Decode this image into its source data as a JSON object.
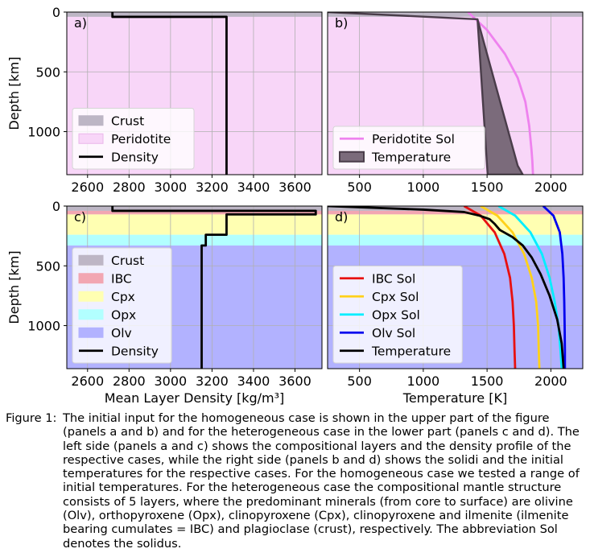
{
  "figure": {
    "caption_label": "Figure 1:",
    "caption": "The initial input for the homogeneous case is shown in the upper part of the figure (panels a and b) and for the heterogeneous case in the lower part (panels c and d). The left side (panels a and c) shows the compositional layers and the density profile of the respective cases, while the right side (panels b and d) shows the solidi and the initial temperatures for the respective cases. For the homogeneous case we tested a range of initial temperatures. For the heterogeneous case the compositional mantle structure consists of 5 layers, where the predominant minerals (from core to surface) are olivine (Olv), orthopyroxene (Opx), clinopyroxene (Cpx), clinopyroxene and ilmenite (ilmenite bearing cumulates = IBC) and plagioclase (crust), respectively. The abbreviation Sol denotes the solidus."
  },
  "colors": {
    "crust": "#bdb6c5",
    "peridotite": "#f8d6f8",
    "ibc": "#f2a6b2",
    "cpx": "#ffffb2",
    "opx": "#b2ffff",
    "olv": "#b2b2ff",
    "density": "#000000",
    "peridotite_sol": "#ee82ee",
    "temperature_band": "#7b6b7b",
    "ibc_sol": "#e81010",
    "cpx_sol": "#ffd11a",
    "opx_sol": "#00eeff",
    "olv_sol": "#0000ee",
    "temperature_line": "#000000"
  },
  "chart_data": [
    {
      "panel": "a)",
      "type": "area",
      "xlabel": "",
      "ylabel": "Depth [km]",
      "xlim": [
        2500,
        3730
      ],
      "ylim": [
        1360,
        0
      ],
      "xticks": [
        2600,
        2800,
        3000,
        3200,
        3400,
        3600
      ],
      "xtick_labels": [
        "2600",
        "2800",
        "3000",
        "3200",
        "3400",
        "3600"
      ],
      "yticks": [
        0,
        500,
        1000
      ],
      "ytick_labels": [
        "0",
        "500",
        "1000"
      ],
      "grid": true,
      "legend_position": "lower-left",
      "layers": [
        {
          "name": "Crust",
          "top": 0,
          "bottom": 40
        },
        {
          "name": "Peridotite",
          "top": 40,
          "bottom": 1360
        }
      ],
      "series": [
        {
          "name": "Density",
          "style": "step",
          "x": [
            2720,
            2720,
            3270,
            3270
          ],
          "y": [
            0,
            40,
            40,
            1360
          ]
        }
      ]
    },
    {
      "panel": "b)",
      "type": "line",
      "xlabel": "",
      "ylabel": "",
      "xlim": [
        250,
        2250
      ],
      "ylim": [
        1360,
        0
      ],
      "xticks": [
        500,
        1000,
        1500,
        2000
      ],
      "xtick_labels": [
        "500",
        "1000",
        "1500",
        "2000"
      ],
      "grid": true,
      "legend_position": "lower-left",
      "layers": [
        {
          "name": "Crust",
          "top": 0,
          "bottom": 40
        },
        {
          "name": "Peridotite",
          "top": 40,
          "bottom": 1360
        }
      ],
      "series": [
        {
          "name": "Peridotite Sol",
          "x": [
            1350,
            1500,
            1640,
            1740,
            1800,
            1830,
            1848,
            1855,
            1858,
            1860
          ],
          "y": [
            0,
            150,
            350,
            550,
            750,
            950,
            1150,
            1250,
            1320,
            1360
          ]
        },
        {
          "name": "Temperature",
          "style": "band",
          "x_lower": [
            250,
            1425,
            1500,
            1505
          ],
          "x_upper": [
            250,
            1425,
            1740,
            1780
          ],
          "y": [
            0,
            60,
            1285,
            1360
          ]
        }
      ]
    },
    {
      "panel": "c)",
      "type": "area",
      "xlabel": "Mean Layer Density [kg/m³]",
      "ylabel": "Depth [km]",
      "xlim": [
        2500,
        3730
      ],
      "ylim": [
        1360,
        0
      ],
      "xticks": [
        2600,
        2800,
        3000,
        3200,
        3400,
        3600
      ],
      "xtick_labels": [
        "2600",
        "2800",
        "3000",
        "3200",
        "3400",
        "3600"
      ],
      "yticks": [
        0,
        500,
        1000
      ],
      "ytick_labels": [
        "0",
        "500",
        "1000"
      ],
      "grid": true,
      "legend_position": "lower-left",
      "layers": [
        {
          "name": "Crust",
          "top": 0,
          "bottom": 40
        },
        {
          "name": "IBC",
          "top": 40,
          "bottom": 70
        },
        {
          "name": "Cpx",
          "top": 70,
          "bottom": 240
        },
        {
          "name": "Opx",
          "top": 240,
          "bottom": 330
        },
        {
          "name": "Olv",
          "top": 330,
          "bottom": 1360
        }
      ],
      "series": [
        {
          "name": "Density",
          "style": "step",
          "x": [
            2720,
            2720,
            3700,
            3700,
            3270,
            3270,
            3170,
            3170,
            3150,
            3150
          ],
          "y": [
            0,
            40,
            40,
            70,
            70,
            240,
            240,
            330,
            330,
            1360
          ]
        }
      ]
    },
    {
      "panel": "d)",
      "type": "line",
      "xlabel": "Temperature [K]",
      "ylabel": "",
      "xlim": [
        250,
        2250
      ],
      "ylim": [
        1360,
        0
      ],
      "xticks": [
        500,
        1000,
        1500,
        2000
      ],
      "xtick_labels": [
        "500",
        "1000",
        "1500",
        "2000"
      ],
      "grid": true,
      "legend_position": "lower-left",
      "layers": [
        {
          "name": "Crust",
          "top": 0,
          "bottom": 40
        },
        {
          "name": "IBC",
          "top": 40,
          "bottom": 70
        },
        {
          "name": "Cpx",
          "top": 70,
          "bottom": 240
        },
        {
          "name": "Opx",
          "top": 240,
          "bottom": 330
        },
        {
          "name": "Olv",
          "top": 330,
          "bottom": 1360
        }
      ],
      "series": [
        {
          "name": "IBC Sol",
          "x": [
            1320,
            1450,
            1560,
            1635,
            1680,
            1700,
            1710,
            1715,
            1720
          ],
          "y": [
            0,
            80,
            220,
            400,
            600,
            800,
            1000,
            1200,
            1360
          ]
        },
        {
          "name": "Cpx Sol",
          "x": [
            1450,
            1580,
            1700,
            1790,
            1850,
            1885,
            1900,
            1905,
            1910
          ],
          "y": [
            0,
            80,
            220,
            400,
            600,
            800,
            1000,
            1200,
            1360
          ]
        },
        {
          "name": "Opx Sol",
          "x": [
            1590,
            1720,
            1840,
            1930,
            1990,
            2030,
            2060,
            2075,
            2085
          ],
          "y": [
            0,
            80,
            220,
            400,
            600,
            800,
            1000,
            1200,
            1360
          ]
        },
        {
          "name": "Olv Sol",
          "x": [
            1940,
            2020,
            2070,
            2090,
            2100,
            2105,
            2108,
            2110,
            2110
          ],
          "y": [
            0,
            80,
            220,
            400,
            600,
            800,
            1000,
            1200,
            1360
          ]
        },
        {
          "name": "Temperature",
          "x": [
            250,
            1000,
            1320,
            1440,
            1520,
            1560,
            1600,
            1700,
            1780,
            1850,
            1920,
            1990,
            2050,
            2085,
            2100
          ],
          "y": [
            0,
            30,
            50,
            80,
            110,
            150,
            200,
            260,
            330,
            430,
            570,
            750,
            950,
            1150,
            1360
          ]
        }
      ]
    }
  ]
}
